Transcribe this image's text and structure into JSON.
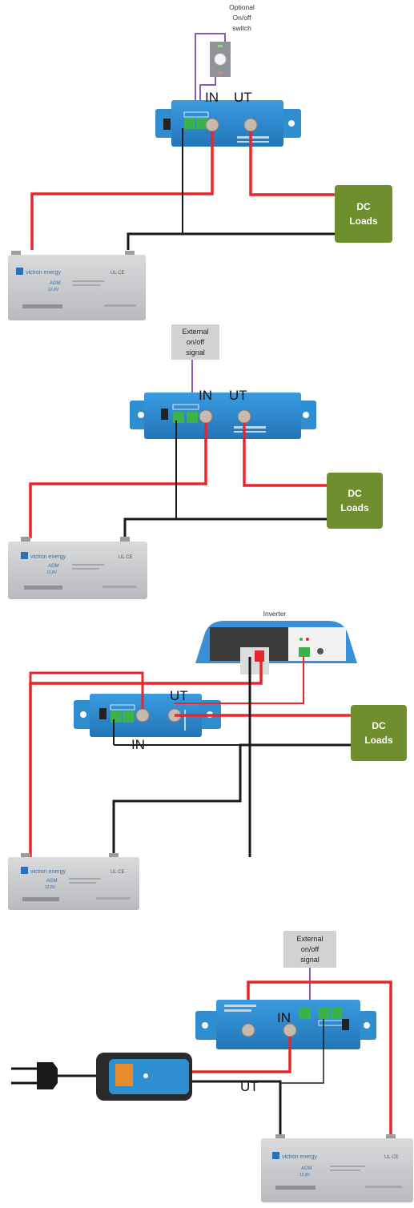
{
  "diagram1": {
    "switch_label_line1": "Optional",
    "switch_label_line2": "On/off",
    "switch_label_line3": "switch",
    "in_label": "IN",
    "ut_label": "UT",
    "loads_line1": "DC",
    "loads_line2": "Loads"
  },
  "diagram2": {
    "signal_line1": "External",
    "signal_line2": "on/off",
    "signal_line3": "signal",
    "in_label": "IN",
    "ut_label": "UT",
    "loads_line1": "DC",
    "loads_line2": "Loads"
  },
  "diagram3": {
    "inverter_label": "Inverter",
    "ut_label": "UT",
    "in_label": "IN",
    "loads_line1": "DC",
    "loads_line2": "Loads"
  },
  "diagram4": {
    "signal_line1": "External",
    "signal_line2": "on/off",
    "signal_line3": "signal",
    "in_label": "IN",
    "ut_label": "UT"
  },
  "battery": {
    "brand": "victron energy",
    "type_line1": "AGM",
    "type_line2": "12,8V",
    "marks": "UL CE"
  },
  "colors": {
    "positive_wire": "#e8262b",
    "negative_wire": "#1a1a1a",
    "signal_wire": "#8a5fb3",
    "protect_body": "#2f8ed0",
    "loads_green": "#6f8e2d",
    "battery_gray": "#c9cbce"
  }
}
